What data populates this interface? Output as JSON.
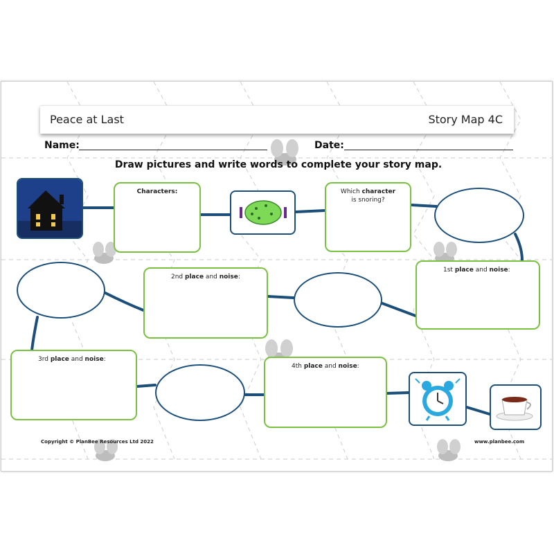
{
  "header": {
    "title": "Peace at Last",
    "code": "Story Map 4C"
  },
  "form": {
    "name_label": "Name:",
    "date_label": "Date:"
  },
  "instruction": "Draw pictures and write words to complete your story map.",
  "boxes": {
    "characters": "Characters:",
    "which_pre": "Which ",
    "which_bold": "character",
    "which_post": "is snoring?",
    "first_pre": "1st ",
    "second_pre": "2nd ",
    "third_pre": "3rd ",
    "fourth_pre": "4th ",
    "place": "place",
    "and": " and ",
    "noise": "noise",
    "colon": ":"
  },
  "footer": {
    "copyright": "Copyright © PlanBee Resources Ltd 2022",
    "website": "www.planbee.com"
  },
  "colors": {
    "path": "#1b4f7a",
    "box_border": "#7ac142",
    "background_tile": "#cfcfcf"
  },
  "icons": [
    "house-icon",
    "pillow-icon",
    "alarm-clock-icon",
    "teacup-icon",
    "bee-watermark-icon"
  ]
}
